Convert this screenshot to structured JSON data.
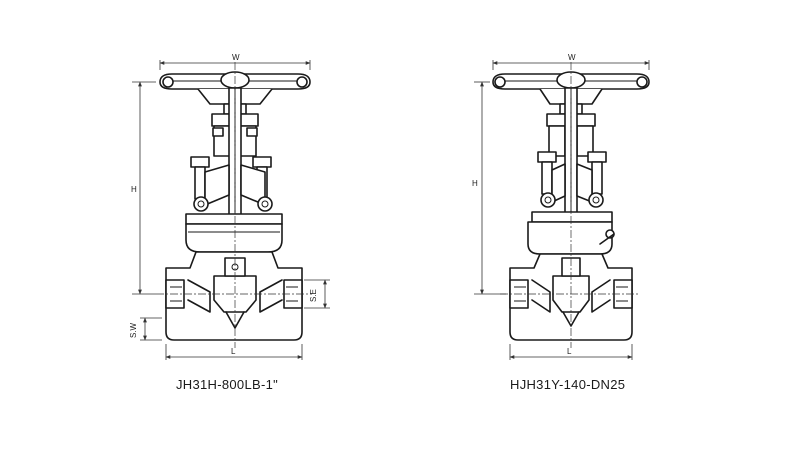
{
  "drawings": [
    {
      "caption": "JH31H-800LB-1\"",
      "dims": {
        "width": "W",
        "height": "H",
        "length": "L",
        "end": "S.E",
        "weld": "S.W"
      }
    },
    {
      "caption": "HJH31Y-140-DN25",
      "dims": {
        "width": "W",
        "height": "H",
        "length": "L"
      }
    }
  ]
}
